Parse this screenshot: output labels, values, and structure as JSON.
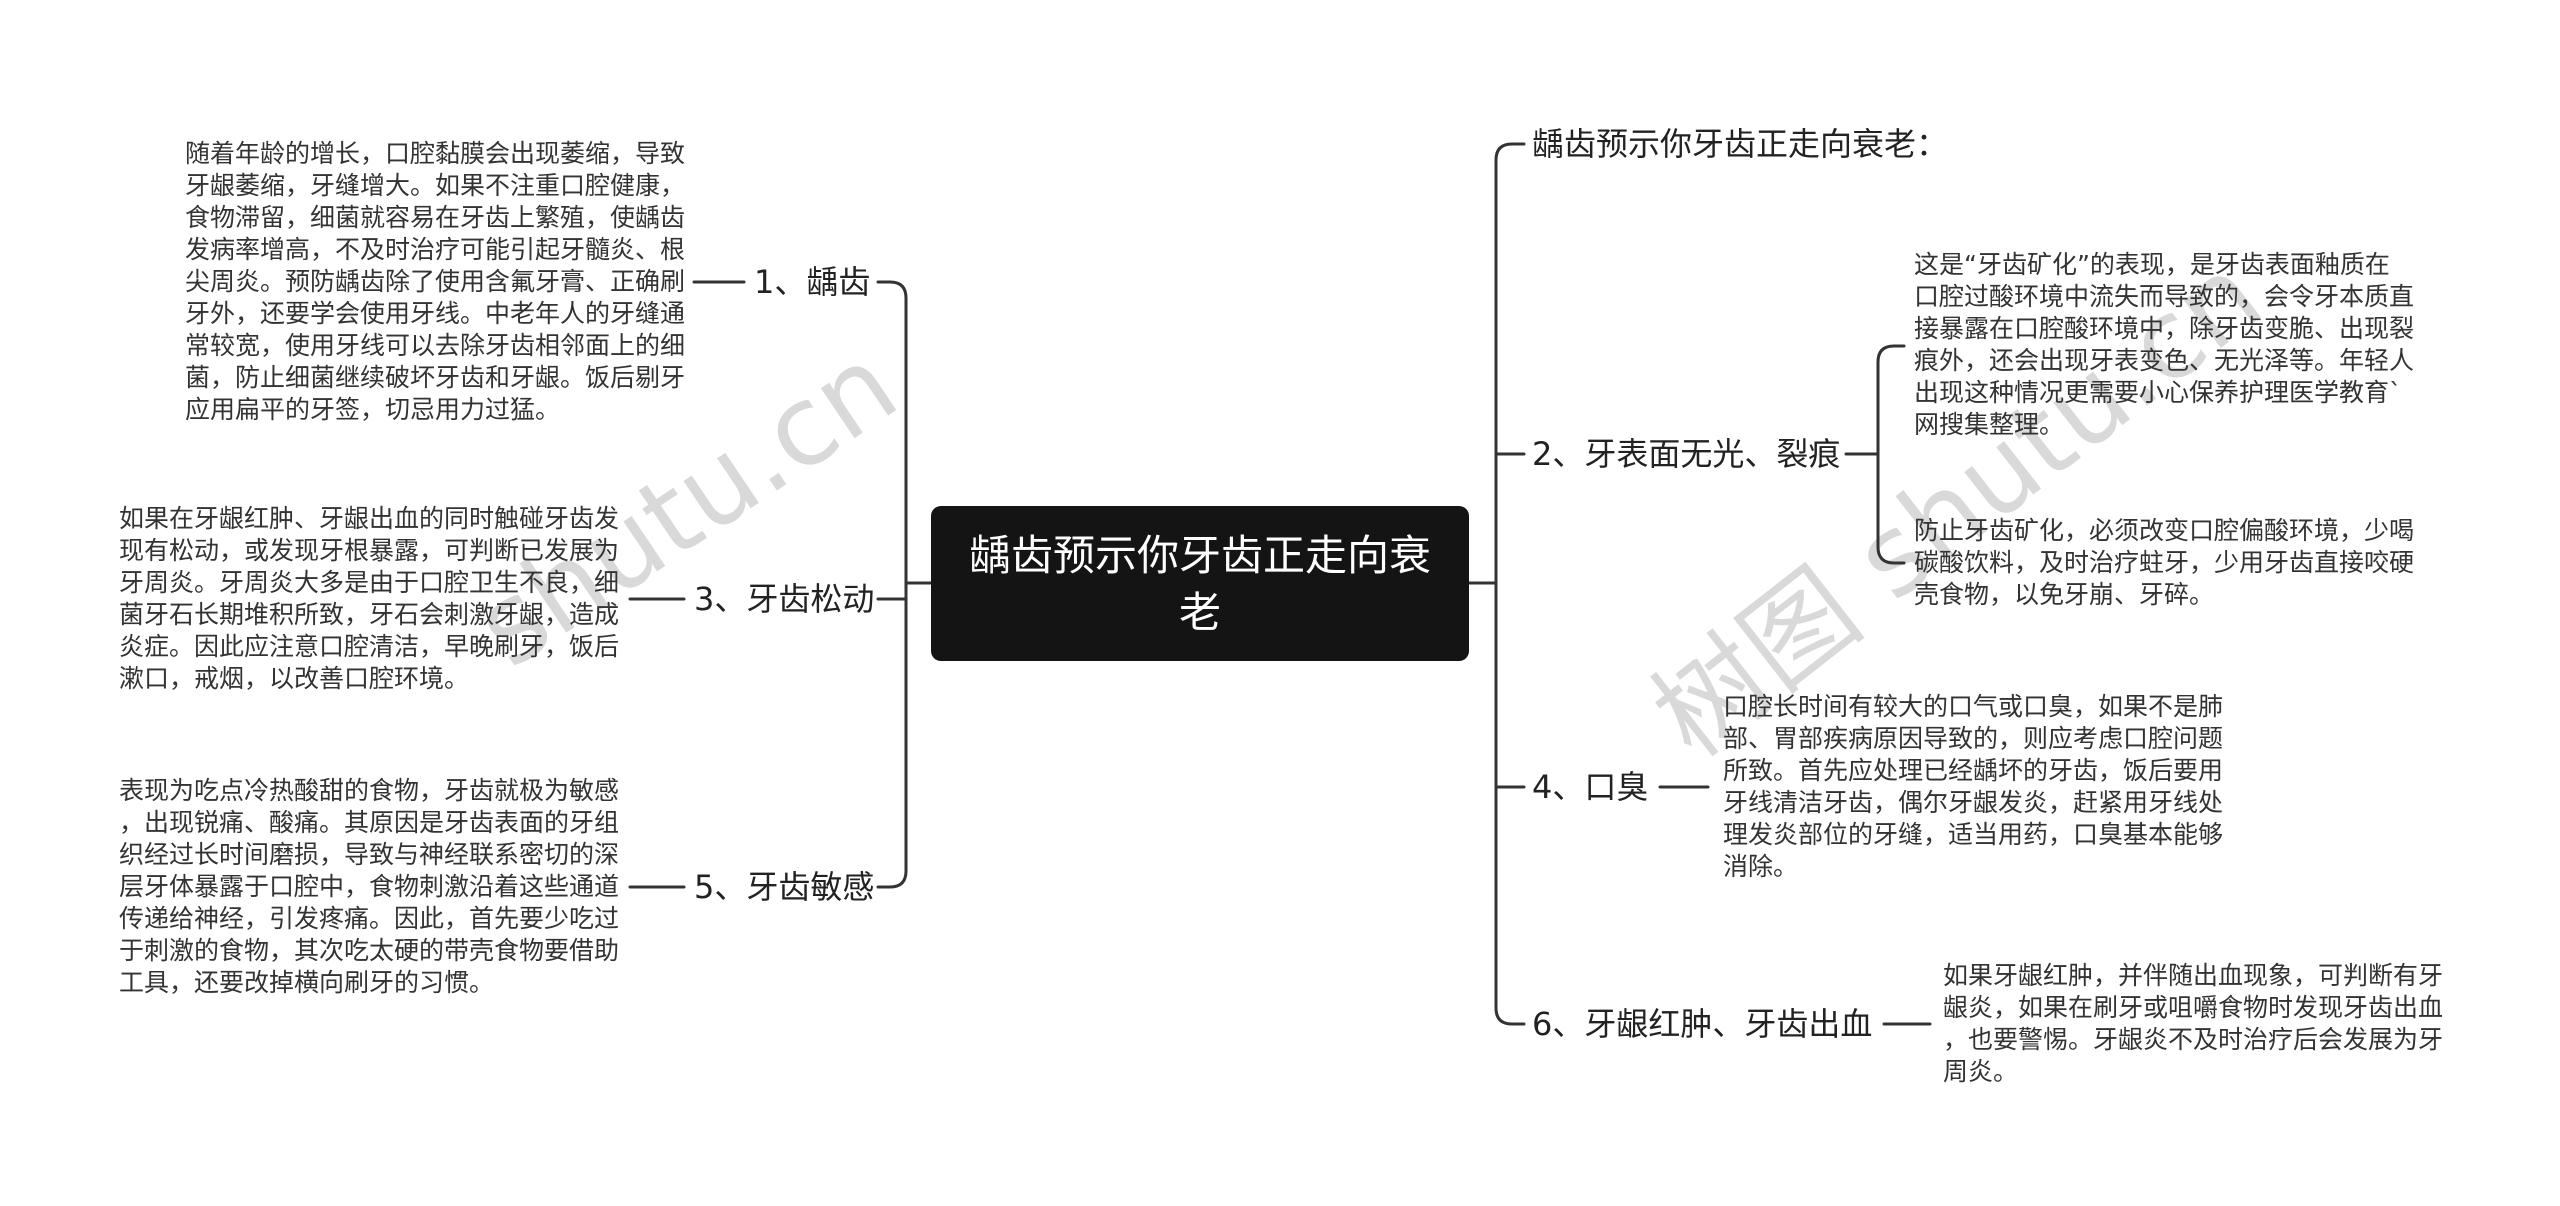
{
  "central_topic": "龋齿预示你牙齿正走向衰老",
  "left_branches": [
    {
      "label": "1、龋齿",
      "detail": [
        "随着年龄的增长，口腔黏膜会出现萎缩，导致",
        "牙龈萎缩，牙缝增大。如果不注重口腔健康，",
        "食物滞留，细菌就容易在牙齿上繁殖，使龋齿",
        "发病率增高，不及时治疗可能引起牙髓炎、根",
        "尖周炎。预防龋齿除了使用含氟牙膏、正确刷",
        "牙外，还要学会使用牙线。中老年人的牙缝通",
        "常较宽，使用牙线可以去除牙齿相邻面上的细",
        "菌，防止细菌继续破坏牙齿和牙龈。饭后剔牙",
        "应用扁平的牙签，切忌用力过猛。"
      ]
    },
    {
      "label": "3、牙齿松动",
      "detail": [
        "如果在牙龈红肿、牙龈出血的同时触碰牙齿发",
        "现有松动，或发现牙根暴露，可判断已发展为",
        "牙周炎。牙周炎大多是由于口腔卫生不良，细",
        "菌牙石长期堆积所致，牙石会刺激牙龈，造成",
        "炎症。因此应注意口腔清洁，早晚刷牙，饭后",
        "漱口，戒烟，以改善口腔环境。"
      ]
    },
    {
      "label": "5、牙齿敏感",
      "detail": [
        "表现为吃点冷热酸甜的食物，牙齿就极为敏感",
        "，出现锐痛、酸痛。其原因是牙齿表面的牙组",
        "织经过长时间磨损，导致与神经联系密切的深",
        "层牙体暴露于口腔中，食物刺激沿着这些通道",
        "传递给神经，引发疼痛。因此，首先要少吃过",
        "于刺激的食物，其次吃太硬的带壳食物要借助",
        "工具，还要改掉横向刷牙的习惯。"
      ]
    }
  ],
  "right_branches": [
    {
      "label": "龋齿预示你牙齿正走向衰老："
    },
    {
      "label": "2、牙表面无光、裂痕",
      "details": [
        [
          "这是“牙齿矿化”的表现，是牙齿表面釉质在",
          "口腔过酸环境中流失而导致的，会令牙本质直",
          "接暴露在口腔酸环境中，除牙齿变脆、出现裂",
          "痕外，还会出现牙表变色、无光泽等。年轻人",
          "出现这种情况更需要小心保养护理医学教育`",
          "网搜集整理。"
        ],
        [
          "防止牙齿矿化，必须改变口腔偏酸环境，少喝",
          "碳酸饮料，及时治疗蛀牙，少用牙齿直接咬硬",
          "壳食物，以免牙崩、牙碎。"
        ]
      ]
    },
    {
      "label": "4、口臭",
      "detail": [
        "口腔长时间有较大的口气或口臭，如果不是肺",
        "部、胃部疾病原因导致的，则应考虑口腔问题",
        "所致。首先应处理已经龋坏的牙齿，饭后要用",
        "牙线清洁牙齿，偶尔牙龈发炎，赶紧用牙线处",
        "理发炎部位的牙缝，适当用药，口臭基本能够",
        "消除。"
      ]
    },
    {
      "label": "6、牙龈红肿、牙齿出血",
      "detail": [
        "如果牙龈红肿，并伴随出血现象，可判断有牙",
        "龈炎，如果在刷牙或咀嚼食物时发现牙齿出血",
        "，也要警惕。牙龈炎不及时治疗后会发展为牙",
        "周炎。"
      ]
    }
  ],
  "watermarks": [
    "shutu.cn",
    "树图 shutu.cn"
  ],
  "colors": {
    "background": "#ffffff",
    "central_node_bg": "#141414",
    "central_node_text": "#ffffff",
    "connector_line": "#333333",
    "label_text": "#222222",
    "detail_text": "#333333",
    "watermark": "#d9d9d9"
  }
}
